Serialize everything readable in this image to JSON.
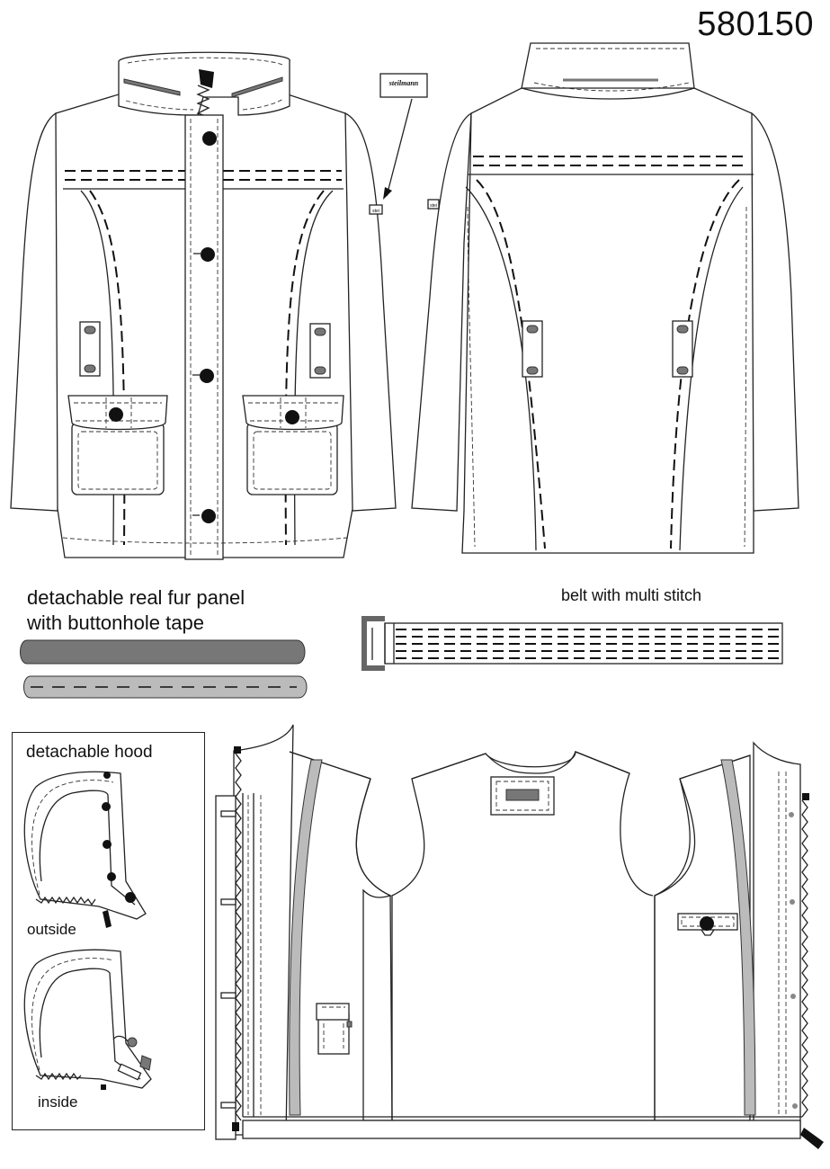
{
  "style_number": "580150",
  "brand_label": "steilmann",
  "brand_tag_small": "stei",
  "labels": {
    "fur_panel_line1": "detachable real fur panel",
    "fur_panel_line2": "with buttonhole tape",
    "belt": "belt with multi stitch",
    "hood_title": "detachable hood",
    "hood_outside": "outside",
    "hood_inside": "inside"
  },
  "colors": {
    "outline": "#222222",
    "fur_panel": "#777777",
    "lining_stripe": "#bbbbbb",
    "buttons": "#111111"
  }
}
